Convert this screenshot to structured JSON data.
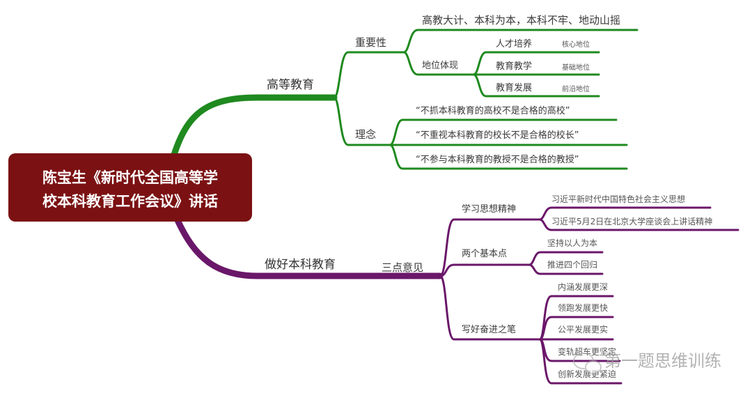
{
  "center": {
    "line1": "陈宝生《新时代全国高等学",
    "line2": "校本科教育工作会议》讲话",
    "color": "#7b1113"
  },
  "branch1": {
    "label": "高等教育",
    "color": "#1f8a1f",
    "importance": {
      "label": "重要性",
      "summary": "高教大计、本科为本，本科不牢、地动山摇",
      "position": {
        "label": "地位体现",
        "items": [
          {
            "label": "人才培养",
            "note": "核心地位"
          },
          {
            "label": "教育教学",
            "note": "基础地位"
          },
          {
            "label": "教育发展",
            "note": "前沿地位"
          }
        ]
      }
    },
    "concept": {
      "label": "理念",
      "items": [
        "“不抓本科教育的高校不是合格的高校”",
        "“不重视本科教育的校长不是合格的校长”",
        "“不参与本科教育的教授不是合格的教授”"
      ]
    }
  },
  "branch2": {
    "label": "做好本科教育",
    "color": "#6a1769",
    "sub": "三点意见",
    "groups": [
      {
        "label": "学习思想精神",
        "items": [
          "习近平新时代中国特色社会主义思想",
          "习近平5月2日在北京大学座谈会上讲话精神"
        ]
      },
      {
        "label": "两个基本点",
        "items": [
          "坚持以人为本",
          "推进四个回归"
        ]
      },
      {
        "label": "写好奋进之笔",
        "items": [
          "内涵发展更深",
          "领跑发展更快",
          "公平发展更实",
          "变轨超车更坚定",
          "创新发展更紧迫"
        ]
      }
    ]
  },
  "watermark": "第一题思维训练"
}
